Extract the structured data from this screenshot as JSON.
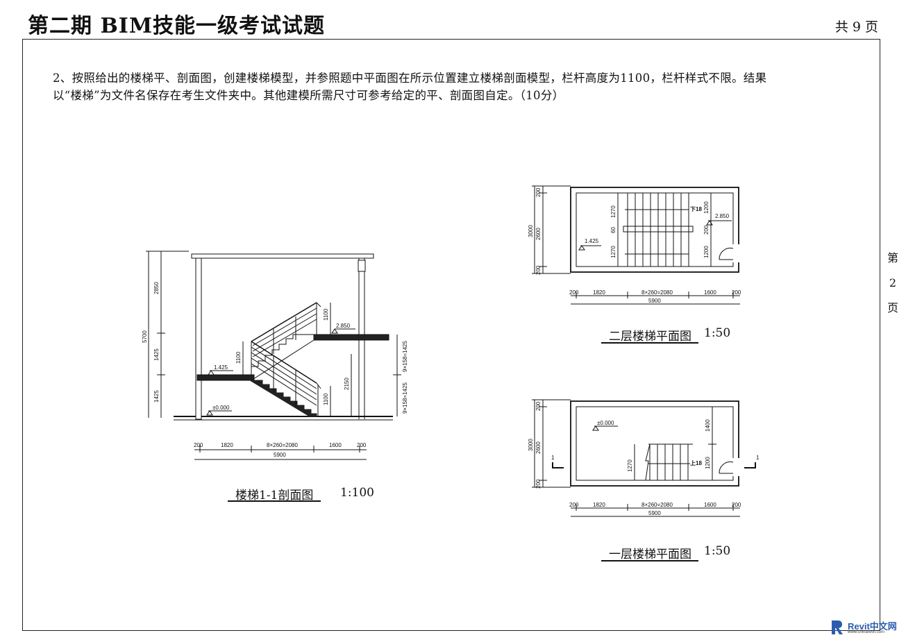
{
  "header": {
    "title": "第二期 BIM技能一级考试试题",
    "total_pages": "共 9 页"
  },
  "question": {
    "line1": "2、按照给出的楼梯平、剖面图，创建楼梯模型，并参照题中平面图在所示位置建立楼梯剖面模型，栏杆高度为1100，栏杆样式不限。结果",
    "line2": "以“楼梯”为文件名保存在考生文件夹中。其他建模所需尺寸可参考给定的平、剖面图自定。（10分）"
  },
  "side_page": [
    "第",
    "2",
    "页"
  ],
  "section": {
    "caption": "楼梯1-1剖面图",
    "scale": "1:100",
    "dims_left": [
      "2850",
      "1425",
      "1425"
    ],
    "dim_total": "5700",
    "dims_bottom": [
      "200",
      "1820",
      "8×260=2080",
      "1600",
      "200"
    ],
    "dim_bottom_total": "5900",
    "dims_right": [
      "9×158=1425",
      "9×158=1425"
    ],
    "dim_inner": "2150",
    "rail": [
      "1100",
      "1100",
      "1100"
    ],
    "levels": [
      "2.850",
      "1.425",
      "±0.000"
    ]
  },
  "plan2": {
    "caption": "二层楼梯平面图",
    "scale": "1:50",
    "dims_left": [
      "200",
      "2600",
      "200"
    ],
    "dim_total": "3000",
    "dims_inner": [
      "1270",
      "60",
      "1270"
    ],
    "dims_right": [
      "1200",
      "200",
      "1200"
    ],
    "dims_bottom": [
      "200",
      "1820",
      "8×260=2080",
      "1600",
      "200"
    ],
    "dim_bottom_total": "5900",
    "labels": [
      "下18",
      "2.850",
      "1.425"
    ]
  },
  "plan1": {
    "caption": "一层楼梯平面图",
    "scale": "1:50",
    "dims_left": [
      "200",
      "2600",
      "200"
    ],
    "dim_total": "3000",
    "dims_inner": [
      "1270"
    ],
    "dims_right": [
      "1400",
      "1200"
    ],
    "dims_bottom": [
      "200",
      "1820",
      "8×260=2080",
      "1600",
      "200"
    ],
    "dim_bottom_total": "5900",
    "labels": [
      "±0.000",
      "上18"
    ],
    "section_marks": [
      "1",
      "1"
    ]
  },
  "logo": {
    "text": "Revit中文网",
    "url": "www.chinarevit.com",
    "color": "#2a5db0"
  }
}
